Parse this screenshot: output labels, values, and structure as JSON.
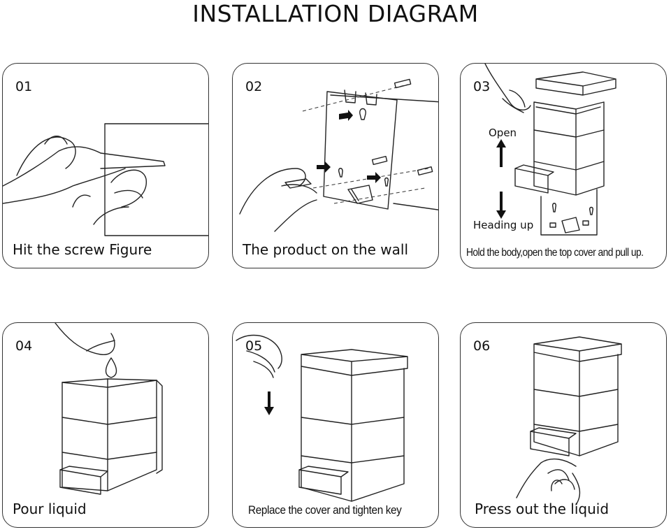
{
  "title": "INSTALLATION DIAGRAM",
  "steps": [
    {
      "number": "01",
      "caption": "Hit the screw Figure"
    },
    {
      "number": "02",
      "caption": "The product on the wall"
    },
    {
      "number": "03",
      "caption": "Hold the body,open the top cover and pull up.",
      "labels": {
        "open": "Open",
        "heading_up": "Heading up"
      }
    },
    {
      "number": "04",
      "caption": "Pour liquid"
    },
    {
      "number": "05",
      "caption": "Replace the cover and tighten key"
    },
    {
      "number": "06",
      "caption": "Press out the liquid"
    }
  ]
}
